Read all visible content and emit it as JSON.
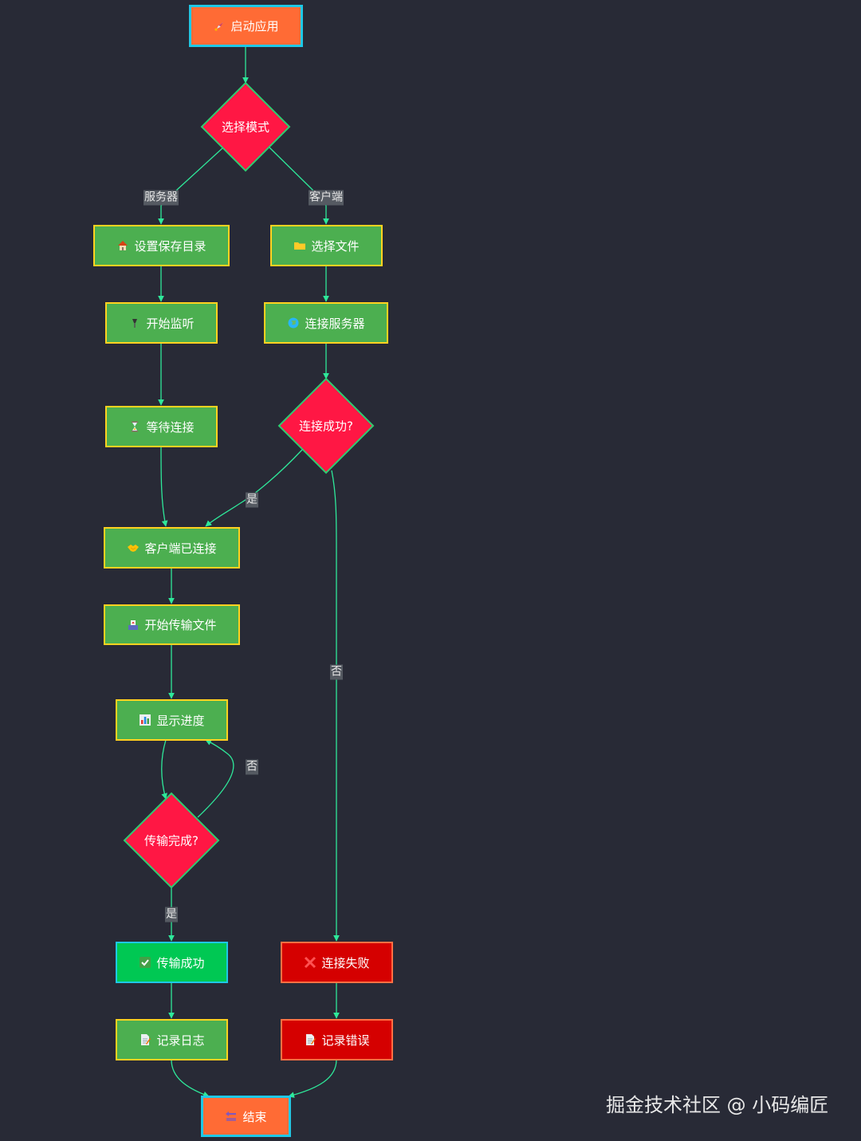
{
  "nodes": {
    "start": "启动应用",
    "choose_mode": "选择模式",
    "set_save_dir": "设置保存目录",
    "select_file": "选择文件",
    "start_listen": "开始监听",
    "connect_server": "连接服务器",
    "wait_conn": "等待连接",
    "conn_ok": "连接成功?",
    "client_connected": "客户端已连接",
    "start_transfer": "开始传输文件",
    "show_progress": "显示进度",
    "transfer_done": "传输完成?",
    "transfer_success": "传输成功",
    "conn_failed": "连接失败",
    "log_record": "记录日志",
    "log_error": "记录错误",
    "end": "结束"
  },
  "edges": {
    "server": "服务器",
    "client": "客户端",
    "yes1": "是",
    "no1": "否",
    "no2": "否",
    "yes2": "是"
  },
  "icons": {
    "start": "rocket-icon",
    "set_save_dir": "house-icon",
    "select_file": "folder-icon",
    "start_listen": "antenna-icon",
    "connect_server": "globe-icon",
    "wait_conn": "hourglass-icon",
    "client_connected": "handshake-icon",
    "start_transfer": "outbox-icon",
    "show_progress": "bar-chart-icon",
    "transfer_success": "check-icon",
    "conn_failed": "cross-icon",
    "log_record": "memo-icon",
    "log_error": "memo-icon",
    "end": "end-arrow-icon"
  },
  "colors": {
    "background": "#282a36",
    "process_fill": "#4caf50",
    "process_border": "#ffd21f",
    "decision_fill": "#ff1744",
    "decision_border": "#2ecc71",
    "terminal_fill": "#ff6b35",
    "terminal_border": "#1ec8e6",
    "success_fill": "#00c853",
    "error_fill": "#d50000",
    "edge": "#2ee89a"
  },
  "watermark": "掘金技术社区 @ 小码编匠"
}
